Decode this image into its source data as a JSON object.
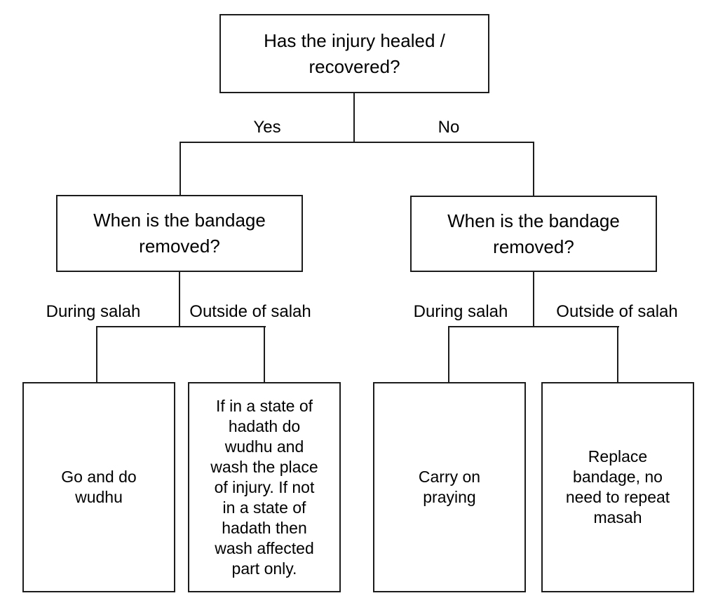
{
  "diagram": {
    "type": "decision-tree-flowchart",
    "colors": {
      "background": "#ffffff",
      "box_fill": "#ffffff",
      "box_border": "#1c1c1c",
      "line": "#1c1c1c",
      "text": "#000000"
    },
    "root": {
      "text": "Has the injury healed /\nrecovered?"
    },
    "branches": [
      {
        "label": "Yes",
        "question": "When is the bandage\nremoved?",
        "children": [
          {
            "label": "During salah",
            "outcome": "Go and do\nwudhu"
          },
          {
            "label": "Outside of salah",
            "outcome": "If in a state of\nhadath do\nwudhu and\nwash the place\nof injury. If not\nin a state of\nhadath then\nwash affected\npart only."
          }
        ]
      },
      {
        "label": "No",
        "question": "When is the bandage\nremoved?",
        "children": [
          {
            "label": "During salah",
            "outcome": "Carry on\npraying"
          },
          {
            "label": "Outside of salah",
            "outcome": "Replace\nbandage, no\nneed to repeat\nmasah"
          }
        ]
      }
    ]
  }
}
